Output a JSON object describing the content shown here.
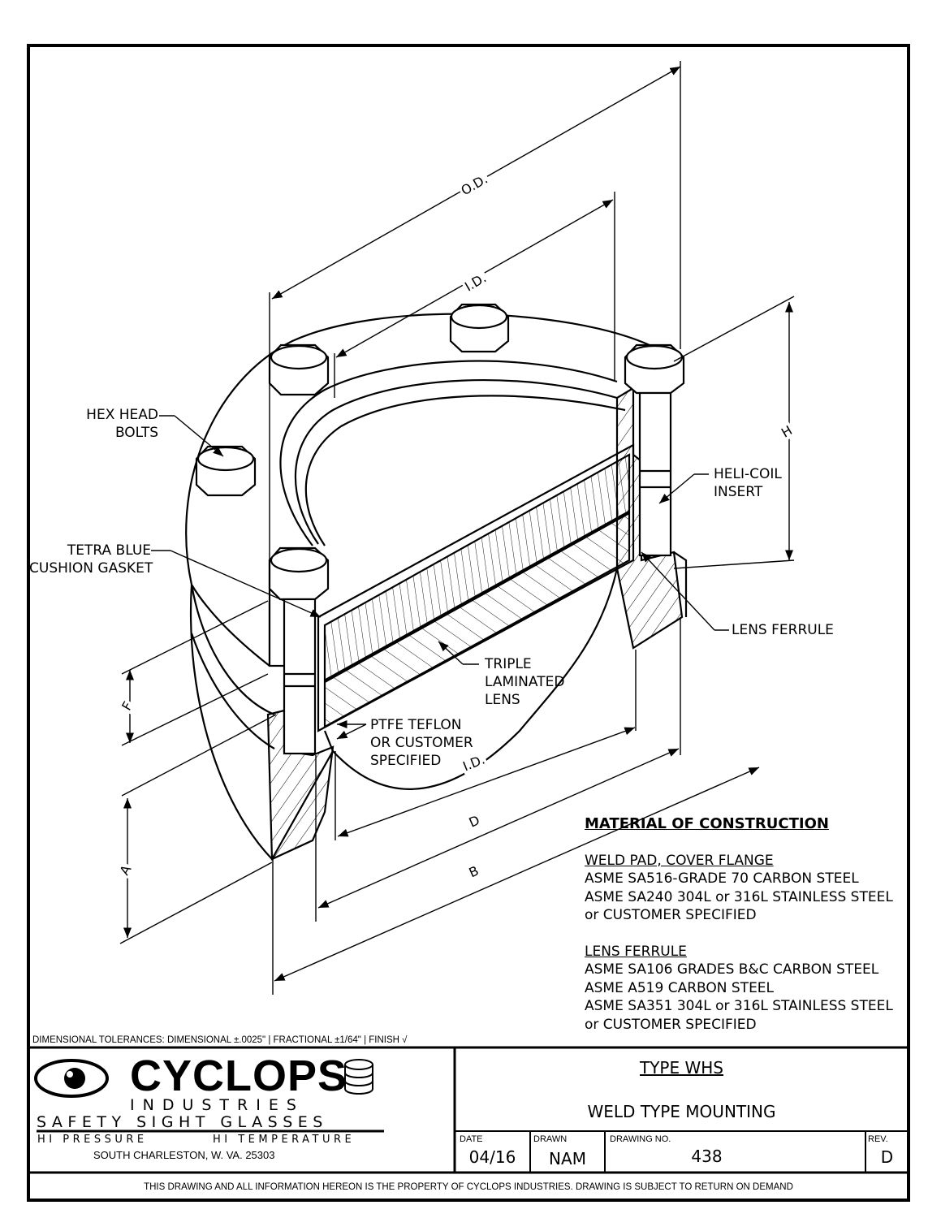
{
  "labels": {
    "hex_head_bolts": [
      "HEX HEAD",
      "BOLTS"
    ],
    "tetra_gasket": [
      "TETRA BLUE",
      "CUSHION GASKET"
    ],
    "heli_coil": [
      "HELI-COIL",
      "INSERT"
    ],
    "lens_ferrule": "LENS FERRULE",
    "triple_lens": [
      "TRIPLE",
      "LAMINATED",
      "LENS"
    ],
    "ptfe_teflon": [
      "PTFE TEFLON",
      "OR CUSTOMER",
      "SPECIFIED"
    ]
  },
  "dimensions": {
    "od": "O.D.",
    "id_top": "I.D.",
    "id_bottom": "I.D.",
    "h": "H",
    "f": "F",
    "a": "A",
    "d": "D",
    "b": "B"
  },
  "material": {
    "heading": "MATERIAL OF CONSTRUCTION",
    "weld_pad": {
      "title": "WELD PAD, COVER FLANGE",
      "lines": [
        "ASME SA516-GRADE 70 CARBON STEEL",
        "ASME SA240 304L or 316L STAINLESS STEEL",
        "or CUSTOMER SPECIFIED"
      ]
    },
    "lens_ferrule": {
      "title": "LENS FERRULE",
      "lines": [
        "ASME SA106 GRADES B&C CARBON STEEL",
        "ASME A519 CARBON STEEL",
        "ASME SA351 304L or 316L STAINLESS STEEL",
        "or CUSTOMER SPECIFIED"
      ]
    }
  },
  "tolerances": "DIMENSIONAL TOLERANCES:  DIMENSIONAL ±.0025\"  |  FRACTIONAL ±1/64\"  |  FINISH √",
  "title_block": {
    "company": "CYCLOPS",
    "company_sub": "INDUSTRIES",
    "tagline": "SAFETY SIGHT GLASSES",
    "hi_pressure": "HI PRESSURE",
    "hi_temperature": "HI TEMPERATURE",
    "address": "SOUTH CHARLESTON, W. VA. 25303",
    "type": "TYPE WHS",
    "description": "WELD TYPE MOUNTING",
    "date_label": "DATE",
    "date_value": "04/16",
    "drawn_label": "DRAWN",
    "drawn_value": "NAM",
    "drawing_no_label": "DRAWING NO.",
    "drawing_no_value": "438",
    "rev_label": "REV.",
    "rev_value": "D",
    "footer": "THIS DRAWING AND ALL INFORMATION HEREON IS THE PROPERTY OF CYCLOPS INDUSTRIES.  DRAWING IS SUBJECT TO RETURN ON DEMAND"
  }
}
